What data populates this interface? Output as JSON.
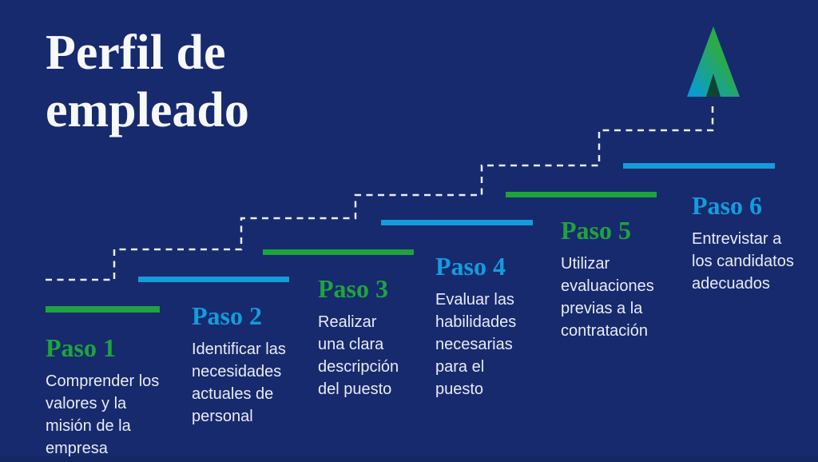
{
  "title": {
    "lines": [
      "Perfil de",
      "empleado"
    ]
  },
  "steps": [
    {
      "label": "Paso 1",
      "color": "green",
      "lines": [
        "Comprender los",
        "valores y la",
        "misión de la",
        "empresa"
      ]
    },
    {
      "label": "Paso 2",
      "color": "blue",
      "lines": [
        "Identificar las",
        "necesidades",
        "actuales de",
        "personal"
      ]
    },
    {
      "label": "Paso 3",
      "color": "green",
      "lines": [
        "Realizar",
        "una clara",
        "descripción",
        "del puesto"
      ]
    },
    {
      "label": "Paso 4",
      "color": "blue",
      "lines": [
        "Evaluar las",
        "habilidades",
        "necesarias",
        "para el",
        "puesto"
      ]
    },
    {
      "label": "Paso 5",
      "color": "green",
      "lines": [
        "Utilizar",
        "evaluaciones",
        "previas a la",
        "contratación"
      ]
    },
    {
      "label": "Paso 6",
      "color": "blue",
      "lines": [
        "Entrevistar a",
        "los candidatos",
        "adecuados"
      ]
    }
  ],
  "icons": {
    "arrow": "upward-arrow-icon",
    "staircase": "dashed-staircase-path"
  },
  "colors": {
    "background": "#172a6e",
    "footer": "#152761",
    "green": "#1ea43c",
    "blue": "#149cdb",
    "dash": "#e9ecf2",
    "title": "#f7f8fa",
    "body": "#e9ebf2",
    "arrow_blue": "#089bd7",
    "arrow_green": "#2baa4b",
    "arrow_notch": "#0e4531"
  }
}
